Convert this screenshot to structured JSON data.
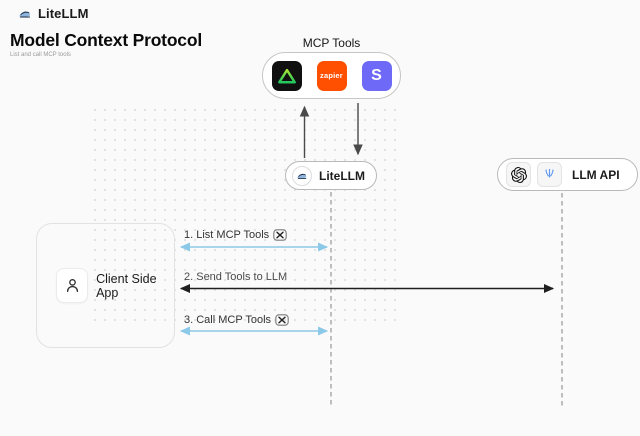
{
  "header": {
    "brand": "LiteLLM",
    "title": "Model Context Protocol",
    "subtitle": "List and call MCP tools"
  },
  "mcp_tools": {
    "label": "MCP Tools",
    "icons": [
      {
        "name": "green-triangle-tool-icon",
        "bg": "#101010"
      },
      {
        "name": "zapier-icon",
        "label": "zapier",
        "bg": "#FF4F00"
      },
      {
        "name": "stripe-icon",
        "label": "S",
        "bg": "#6E6AF7"
      }
    ]
  },
  "nodes": {
    "litellm": {
      "label": "LiteLLM",
      "icon": "litellm-logo-icon"
    },
    "llm_api": {
      "label": "LLM API",
      "icons": [
        "openai-icon",
        "blue-llm-provider-icon"
      ]
    },
    "client": {
      "label": "Client Side App",
      "icon": "person-icon"
    }
  },
  "sequence": [
    {
      "step": "1. List MCP Tools",
      "badge": "hammer-wrench-badge",
      "arrow": "double-headed",
      "color": "#8cc8e8",
      "from": "client",
      "to": "litellm"
    },
    {
      "step": "2. Send Tools to LLM",
      "arrow": "double-headed",
      "color": "#1f1f1f",
      "from": "client",
      "to": "llm_api"
    },
    {
      "step": "3. Call MCP Tools",
      "badge": "hammer-wrench-badge",
      "arrow": "double-headed",
      "color": "#8cc8e8",
      "from": "client",
      "to": "litellm"
    }
  ],
  "colors": {
    "background": "#fafafa",
    "blue_arrow": "#8cc8e8",
    "black_arrow": "#1f1f1f",
    "lifeline": "#9e9e9e",
    "zapier_orange": "#ff4f00",
    "stripe_purple": "#6e6af7",
    "triangle_green_top": "#a3e635",
    "triangle_green_bottom": "#22c55e"
  }
}
